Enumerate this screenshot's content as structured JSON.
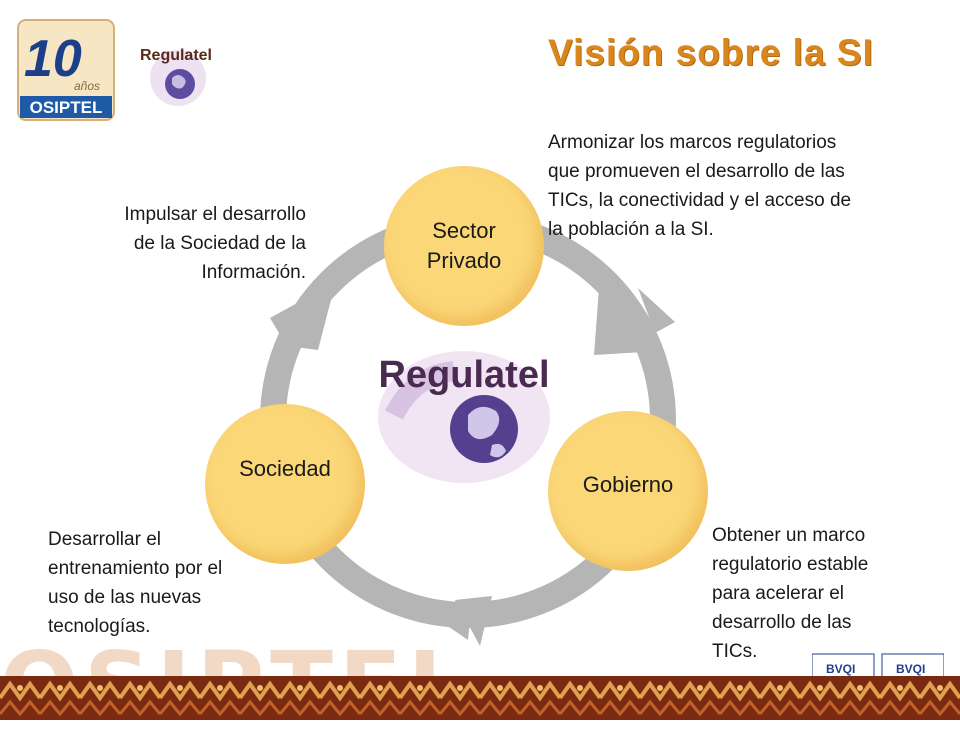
{
  "title": "Visión sobre la SI",
  "colors": {
    "title": "#d9861c",
    "node_fill": "#fbd778",
    "cycle_arrow": "#b5b5b5",
    "band": "#b5501a"
  },
  "logos": {
    "osiptel_number": "10",
    "osiptel_years": "años",
    "osiptel_name": "OSIPTEL",
    "regulatel_small": "Regulatel",
    "regulatel_center": "Regulatel",
    "cert_1": "BVQI",
    "cert_2": "BVQI"
  },
  "watermark": "OSIPTEL",
  "nodes": {
    "privado": [
      "Sector",
      "Privado"
    ],
    "sociedad": "Sociedad",
    "gobierno": "Gobierno"
  },
  "descriptions": {
    "top_right": [
      "Armonizar los marcos regulatorios",
      "que promueven el desarrollo de las",
      "TICs, la conectividad y el acceso de",
      "la población a la SI."
    ],
    "top_left": [
      "Impulsar el desarrollo",
      "de la Sociedad de la",
      "Información."
    ],
    "bottom_left": [
      "Desarrollar el",
      "entrenamiento por el",
      "uso de las nuevas",
      "tecnologías."
    ],
    "bottom_right": [
      "Obtener un marco",
      "regulatorio estable",
      "para acelerar el",
      "desarrollo de las",
      "TICs."
    ]
  }
}
